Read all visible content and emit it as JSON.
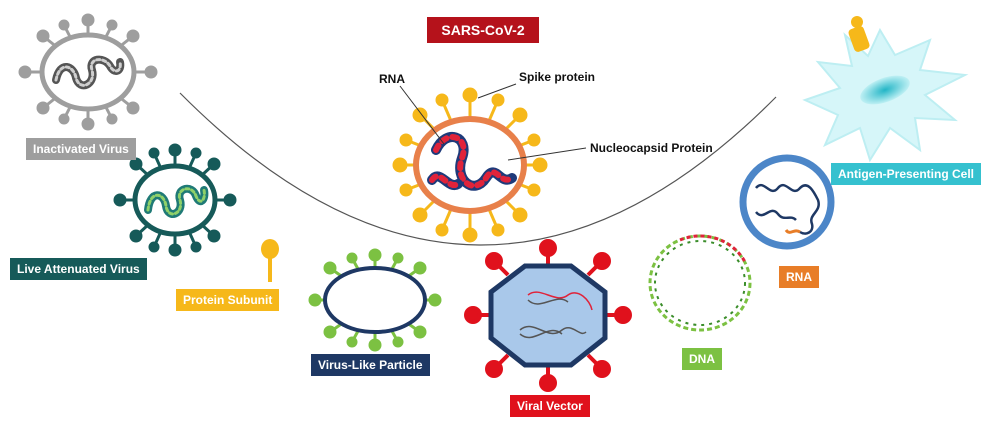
{
  "title": "SARS-CoV-2",
  "colors": {
    "title_bg": "#b5121b",
    "inactivated": "#9e9e9e",
    "live_attenuated": "#165a59",
    "protein_subunit": "#f6b81a",
    "vlp": "#1e3864",
    "viral_vector": "#e0111c",
    "dna": "#7cc142",
    "rna": "#e87d27",
    "apc": "#35c1cf"
  },
  "annotations": {
    "rna": "RNA",
    "spike_protein": "Spike protein",
    "nucleocapsid": "Nucleocapsid Protein"
  },
  "labels": {
    "inactivated_virus": "Inactivated Virus",
    "live_attenuated_virus": "Live Attenuated Virus",
    "protein_subunit": "Protein Subunit",
    "virus_like_particle": "Virus-Like Particle",
    "viral_vector": "Viral Vector",
    "dna": "DNA",
    "rna": "RNA",
    "antigen_presenting_cell": "Antigen-Presenting Cell"
  }
}
